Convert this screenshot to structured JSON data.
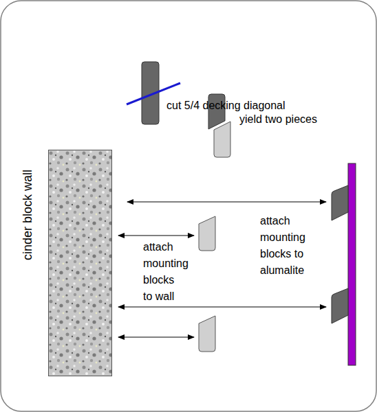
{
  "diagram": {
    "nodes": [
      {
        "text": [
          "cinder block wall"
        ]
      }
    ],
    "labels": [
      "cut 5/4 decking diagonal",
      "yield two pieces",
      "attach mounting blocks to wall",
      "attach mounting blocks to alumalite"
    ]
  }
}
